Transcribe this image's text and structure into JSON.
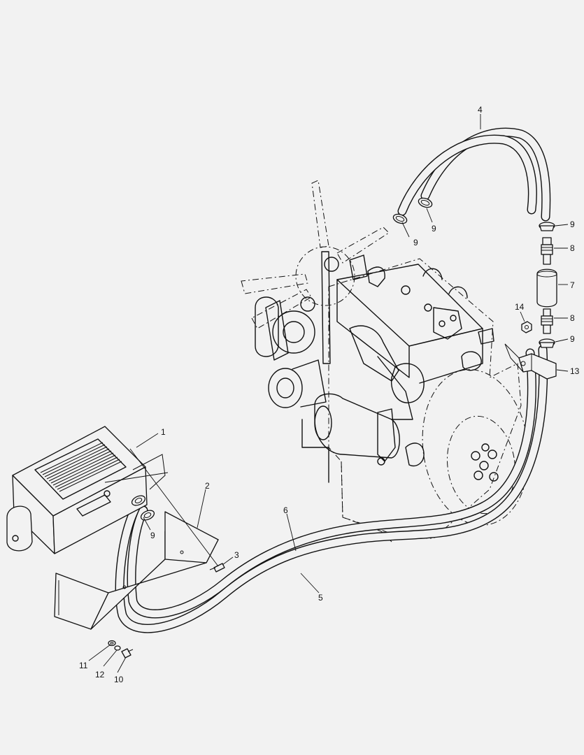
{
  "callouts": {
    "c1": "1",
    "c2": "2",
    "c3": "3",
    "c4": "4",
    "c5": "5",
    "c6": "6",
    "c7": "7",
    "c8a": "8",
    "c8b": "8",
    "c9a": "9",
    "c9b": "9",
    "c9c": "9",
    "c9d": "9",
    "c9e": "9",
    "c10": "10",
    "c11": "11",
    "c12": "12",
    "c13": "13",
    "c14": "14"
  }
}
